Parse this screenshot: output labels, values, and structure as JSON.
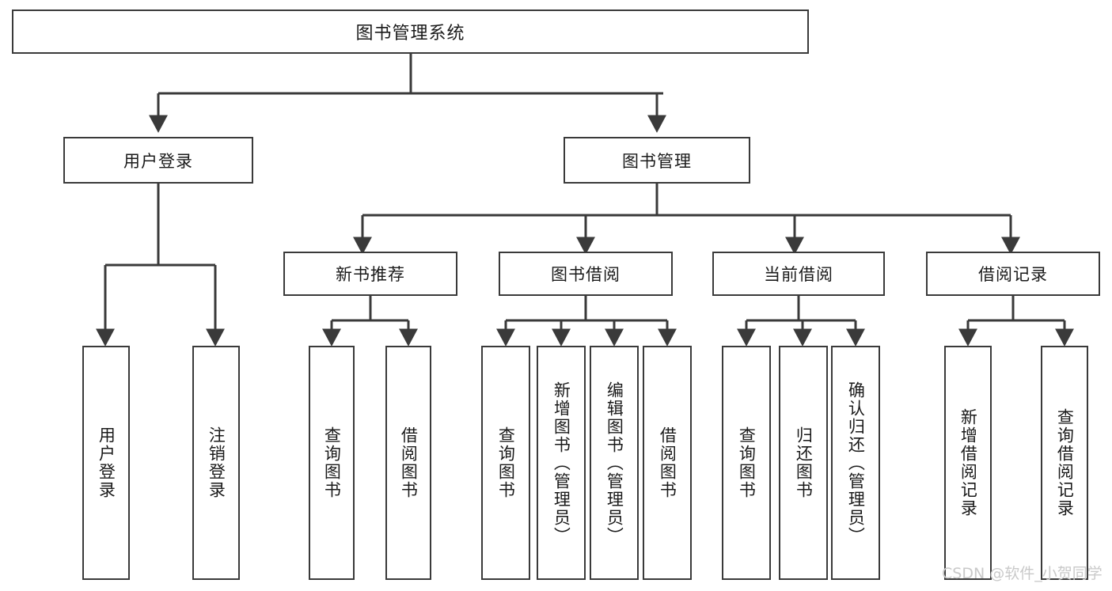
{
  "diagram": {
    "title": "图书管理系统",
    "type": "function-structure-tree",
    "background_color": "#ffffff",
    "line_color": "#3a3a3a",
    "text_color": "#1a1a1a",
    "watermark": "CSDN @软件_小贺同学",
    "watermark_color": "#c9c9c9"
  },
  "root": {
    "label": "图书管理系统"
  },
  "level2": [
    {
      "label": "用户登录"
    },
    {
      "label": "图书管理"
    }
  ],
  "level3": [
    {
      "label": "新书推荐"
    },
    {
      "label": "图书借阅"
    },
    {
      "label": "当前借阅"
    },
    {
      "label": "借阅记录"
    }
  ],
  "leaves": {
    "user_login": [
      {
        "label": "用户登录"
      },
      {
        "label": "注销登录"
      }
    ],
    "new_book_recommend": [
      {
        "label": "查询图书"
      },
      {
        "label": "借阅图书"
      }
    ],
    "book_borrow": [
      {
        "label": "查询图书"
      },
      {
        "label": "新增图书（管理员）"
      },
      {
        "label": "编辑图书（管理员）"
      },
      {
        "label": "借阅图书"
      }
    ],
    "current_borrow": [
      {
        "label": "查询图书"
      },
      {
        "label": "归还图书"
      },
      {
        "label": "确认归还（管理员）"
      }
    ],
    "borrow_record": [
      {
        "label": "新增借阅记录"
      },
      {
        "label": "查询借阅记录"
      }
    ]
  }
}
